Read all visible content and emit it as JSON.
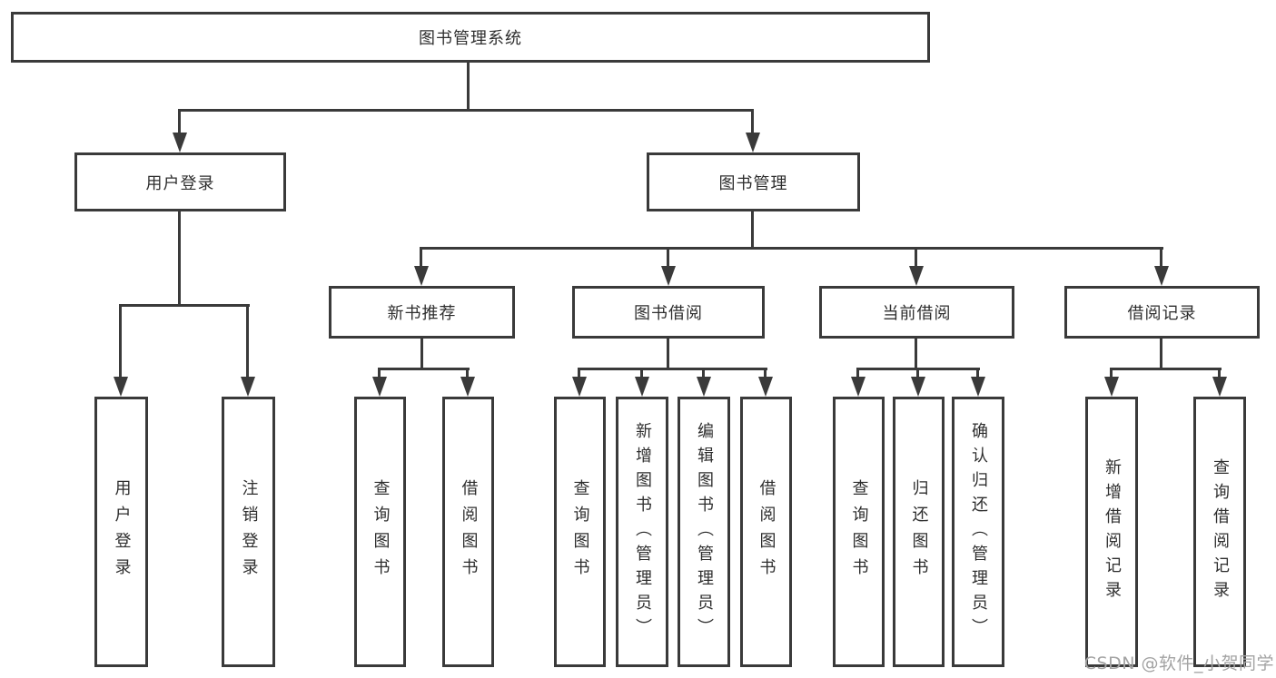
{
  "title": "图书管理系统",
  "watermark": "CSDN @软件_小贺同学",
  "colors": {
    "line": "#3a3a3a",
    "text": "#2e2e2e",
    "box_bg": "#ffffff",
    "background": "#ffffff",
    "watermark": "#a3a3a3"
  },
  "nodes": {
    "root": {
      "label": "图书管理系统"
    },
    "level2": [
      {
        "label": "用户登录",
        "parent": "图书管理系统"
      },
      {
        "label": "图书管理",
        "parent": "图书管理系统"
      }
    ],
    "level3": [
      {
        "label": "新书推荐",
        "parent": "图书管理"
      },
      {
        "label": "图书借阅",
        "parent": "图书管理"
      },
      {
        "label": "当前借阅",
        "parent": "图书管理"
      },
      {
        "label": "借阅记录",
        "parent": "图书管理"
      }
    ],
    "leaves": [
      {
        "label": "用户登录",
        "parent": "用户登录"
      },
      {
        "label": "注销登录",
        "parent": "用户登录"
      },
      {
        "label": "查询图书",
        "parent": "新书推荐"
      },
      {
        "label": "借阅图书",
        "parent": "新书推荐"
      },
      {
        "label": "查询图书",
        "parent": "图书借阅"
      },
      {
        "label": "新增图书（管理员）",
        "parent": "图书借阅"
      },
      {
        "label": "编辑图书（管理员）",
        "parent": "图书借阅"
      },
      {
        "label": "借阅图书",
        "parent": "图书借阅"
      },
      {
        "label": "查询图书",
        "parent": "当前借阅"
      },
      {
        "label": "归还图书",
        "parent": "当前借阅"
      },
      {
        "label": "确认归还（管理员）",
        "parent": "当前借阅"
      },
      {
        "label": "新增借阅记录",
        "parent": "借阅记录"
      },
      {
        "label": "查询借阅记录",
        "parent": "借阅记录"
      }
    ]
  }
}
